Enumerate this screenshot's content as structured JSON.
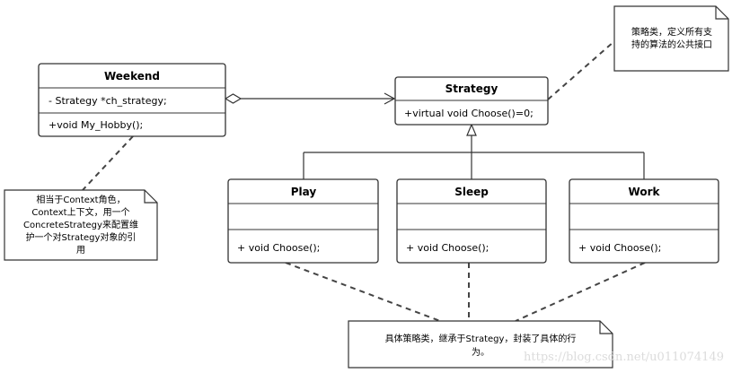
{
  "classes": {
    "weekend": {
      "name": "Weekend",
      "attribute": "-  Strategy *ch_strategy;",
      "method": "+void My_Hobby();"
    },
    "strategy": {
      "name": "Strategy",
      "method": "+virtual void Choose()=0;"
    },
    "play": {
      "name": "Play",
      "method": "+ void Choose();"
    },
    "sleep": {
      "name": "Sleep",
      "method": "+ void Choose();"
    },
    "work": {
      "name": "Work",
      "method": "+ void Choose();"
    }
  },
  "notes": {
    "strategy_note": [
      "策略类，定义所有支",
      "持的算法的公共接口"
    ],
    "context_note": [
      "相当于Context角色，",
      "Context上下文，用一个",
      "ConcreteStrategy来配置维",
      "护一个对Strategy对象的引",
      "用"
    ],
    "concrete_note": [
      "具体策略类，继承于Strategy，封装了具体的行",
      "为。"
    ]
  },
  "watermark": "https://blog.csdn.net/u011074149",
  "colors": {
    "stroke": "#333333",
    "note_dash": "#444444",
    "watermark": "#dcdcdc"
  }
}
